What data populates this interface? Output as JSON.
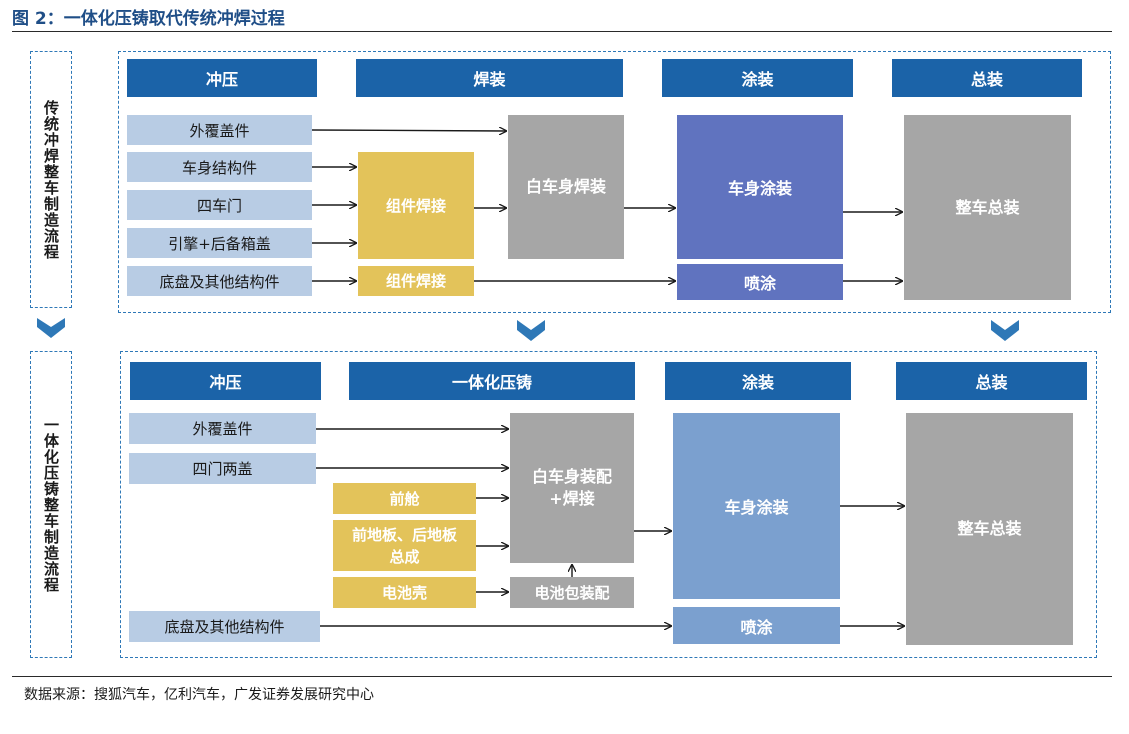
{
  "title": "图 2：一体化压铸取代传统冲焊过程",
  "colors": {
    "header_blue": "#1b63a8",
    "light_blue": "#b8cce4",
    "yellow": "#e3c35a",
    "gray": "#a6a6a6",
    "purple_blue": "#6073bf",
    "mid_blue": "#7ba0cf",
    "dashed_frame": "#2e78b7"
  },
  "traditional": {
    "label": "传统冲焊整车制造流程",
    "headers": [
      "冲压",
      "焊装",
      "涂装",
      "总装"
    ],
    "stamping_parts": [
      "外覆盖件",
      "车身结构件",
      "四车门",
      "引擎+后备箱盖",
      "底盘及其他结构件"
    ],
    "component_welding": "组件焊接",
    "component_welding_2": "组件焊接",
    "body_in_white": "白车身焊装",
    "body_painting": "车身涂装",
    "spray": "喷涂",
    "final_assembly": "整车总装"
  },
  "integrated": {
    "label": "一体化压铸整车制造流程",
    "headers": [
      "冲压",
      "一体化压铸",
      "涂装",
      "总装"
    ],
    "stamping_parts": [
      "外覆盖件",
      "四门两盖"
    ],
    "chassis_parts": "底盘及其他结构件",
    "castings": [
      "前舱",
      "前地板、后地板总成",
      "电池壳"
    ],
    "body_in_white": "白车身装配+焊接",
    "battery_pack": "电池包装配",
    "body_painting": "车身涂装",
    "spray": "喷涂",
    "final_assembly": "整车总装"
  },
  "source": "数据来源：搜狐汽车，亿利汽车，广发证券发展研究中心"
}
